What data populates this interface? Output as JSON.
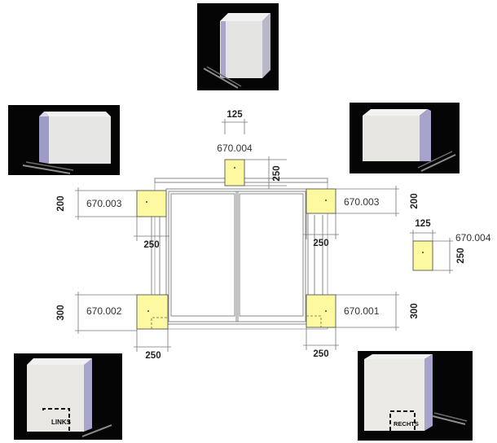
{
  "photos": {
    "top": {},
    "upper_left": {},
    "upper_right": {},
    "lower_left": {
      "tag": "LINKS"
    },
    "lower_right": {
      "tag": "RECHTS"
    }
  },
  "diagram": {
    "block_color": "#fcf9a0",
    "top_block": {
      "code": "670.004",
      "width": "125",
      "height": "250"
    },
    "upper_left_block": {
      "code": "670.003",
      "height": "200",
      "width": "250"
    },
    "upper_right_block": {
      "code": "670.003",
      "height": "200",
      "width": "250"
    },
    "loose_block": {
      "code": "670.004",
      "width": "125",
      "height": "250"
    },
    "lower_left_block": {
      "code": "670.002",
      "height": "300",
      "width": "250"
    },
    "lower_right_block": {
      "code": "670.001",
      "height": "300",
      "width": "250"
    }
  }
}
